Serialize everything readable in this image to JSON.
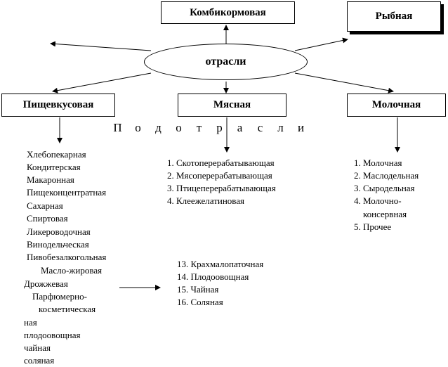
{
  "center": {
    "label": "отрасли"
  },
  "top_boxes": {
    "kombikormovaya": "Комбикормовая",
    "rybnaya": "Рыбная"
  },
  "row_boxes": {
    "pishchevkusovaya": "Пищевкусовая",
    "myasnaya": "Мясная",
    "molochnaya": "Молочная"
  },
  "podotrasli_letters": [
    "П",
    "о",
    "д",
    "о",
    "т",
    "р",
    "а",
    "с",
    "л",
    "и"
  ],
  "pishchevkusovaya_list": [
    "Хлебопекарная",
    "Кондитерская",
    "Макаронная",
    "Пищеконцентратная",
    "Сахарная",
    "Спиртовая",
    "Ликероводочная",
    "Винодельческая",
    "Пивобезалкогольная",
    "Масло-жировая",
    "Дрожжевая",
    "Парфюмерно-",
    "косметическая",
    "ная",
    "плодоовощная",
    "чайная",
    "соляная"
  ],
  "myasnaya_list": [
    "1. Скотоперерабатывающая",
    "2. Мясоперерабатывающая",
    "3. Птицеперерабатывающая",
    "4. Клеежелатиновая"
  ],
  "molochnaya_list": [
    "1. Молочная",
    "2. Маслодельная",
    "3. Сыродельная",
    "4. Молочно-",
    "консервная",
    "5. Прочее"
  ],
  "continued_list": [
    "13. Крахмалопаточная",
    "14. Плодоовощная",
    "15. Чайная",
    "16. Соляная"
  ]
}
